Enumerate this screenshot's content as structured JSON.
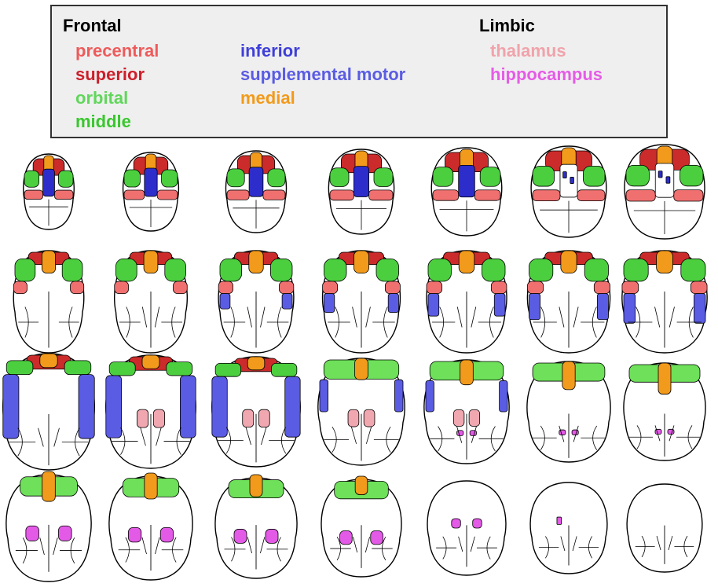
{
  "legend": {
    "frontal_heading": "Frontal",
    "limbic_heading": "Limbic",
    "frontal_col1": [
      {
        "label": "precentral",
        "color": "#ee5b5b"
      },
      {
        "label": "superior",
        "color": "#cc1f2a"
      },
      {
        "label": "orbital",
        "color": "#61d65c"
      },
      {
        "label": "middle",
        "color": "#3ac72f"
      }
    ],
    "frontal_col2": [
      {
        "label": "inferior",
        "color": "#3f3fd9"
      },
      {
        "label": "supplemental motor",
        "color": "#5a5ce3"
      },
      {
        "label": "medial",
        "color": "#f29a1b"
      }
    ],
    "limbic": [
      {
        "label": "thalamus",
        "color": "#f0a3ab"
      },
      {
        "label": "hippocampus",
        "color": "#e55ce6"
      }
    ]
  },
  "region_colors": {
    "superior": "#cc2b2b",
    "medial": "#f29a1b",
    "middle": "#4ccf3f",
    "precentral": "#f07070",
    "supplemental_motor": "#2d2dcc",
    "inferior": "#5a5ce3",
    "orbital": "#6ee05a",
    "thalamus": "#f0a7b0",
    "hippocampus": "#e35ae6"
  },
  "slice_grid": {
    "rows": 4,
    "columns": 7
  }
}
